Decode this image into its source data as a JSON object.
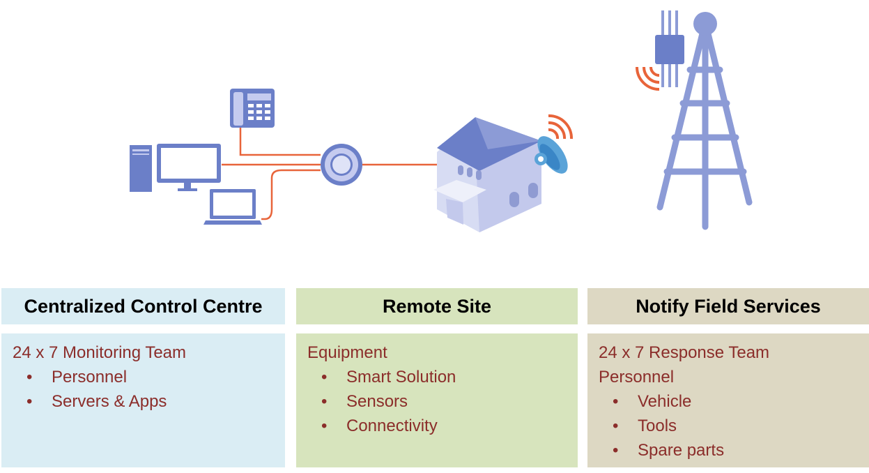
{
  "columns": [
    {
      "header": "Centralized Control Centre",
      "lines": [
        "24 x 7 Monitoring Team"
      ],
      "bullets": [
        "Personnel",
        "Servers & Apps"
      ],
      "header_color": "#daedf4",
      "body_color": "#daedf4"
    },
    {
      "header": "Remote Site",
      "lines": [
        "Equipment"
      ],
      "bullets": [
        "Smart Solution",
        "Sensors",
        "Connectivity"
      ],
      "header_color": "#d7e4bd",
      "body_color": "#d7e4bd"
    },
    {
      "header": "Notify Field Services",
      "lines": [
        "24 x 7 Response Team",
        "Personnel"
      ],
      "bullets": [
        "Vehicle",
        "Tools",
        "Spare parts"
      ],
      "header_color": "#ddd8c3",
      "body_color": "#ddd8c3"
    }
  ],
  "colors": {
    "text": "#8b2d2a",
    "icon_blue": "#6b7fc8",
    "icon_light": "#c5cbef",
    "wire": "#e8643a"
  },
  "icons": [
    "desktop-computer-icon",
    "phone-icon",
    "laptop-icon",
    "network-hub-icon",
    "building-icon",
    "satellite-dish-icon",
    "cell-tower-icon"
  ]
}
